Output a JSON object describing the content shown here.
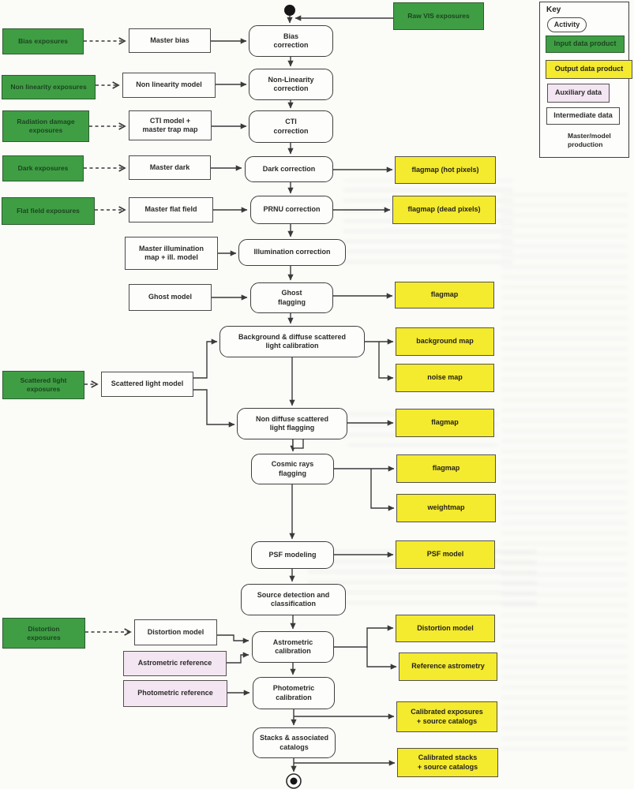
{
  "key": {
    "title": "Key",
    "activity": "Activity",
    "input": "Input data product",
    "output": "Output data product",
    "auxiliary": "Auxiliary data",
    "intermediate": "Intermediate data",
    "master_model": "Master/model\nproduction"
  },
  "colors": {
    "input_green": "#3f9e44",
    "output_yellow": "#f4ea2e",
    "auxiliary_pink": "#f3e6f2",
    "activity_white": "#fdfdfb",
    "line": "#3a3a3a"
  },
  "nodes": {
    "raw_vis": "Raw VIS exposures",
    "bias_exp": "Bias exposures",
    "nonlin_exp": "Non linearity exposures",
    "raddam_exp": "Radiation damage\nexposures",
    "dark_exp": "Dark exposures",
    "flat_exp": "Flat field exposures",
    "scat_exp": "Scattered light\nexposures",
    "dist_exp": "Distortion\nexposures",
    "master_bias": "Master bias",
    "nonlin_model": "Non linearity model",
    "cti_model": "CTI model +\nmaster trap map",
    "master_dark": "Master dark",
    "master_flat": "Master flat field",
    "master_illum": "Master illumination\nmap + ill. model",
    "ghost_model": "Ghost model",
    "scat_model": "Scattered light model",
    "dist_model": "Distortion model",
    "astrom_ref": "Astrometric reference",
    "photom_ref": "Photometric reference",
    "bias_corr": "Bias\ncorrection",
    "nonlin_corr": "Non-Linearity\ncorrection",
    "cti_corr": "CTI\ncorrection",
    "dark_corr": "Dark correction",
    "prnu_corr": "PRNU correction",
    "illum_corr": "Illumination correction",
    "ghost_flag": "Ghost\nflagging",
    "bg_cal": "Background & diffuse scattered\nlight calibration",
    "nondiff_flag": "Non diffuse scattered\nlight flagging",
    "cosmic_flag": "Cosmic rays\nflagging",
    "psf_modeling": "PSF modeling",
    "src_detect": "Source detection and\nclassification",
    "astrom_cal": "Astrometric\ncalibration",
    "photom_cal": "Photometric\ncalibration",
    "stacks": "Stacks & associated\ncatalogs",
    "flag_hot": "flagmap (hot pixels)",
    "flag_dead": "flagmap (dead pixels)",
    "flag_ghost": "flagmap",
    "bg_map": "background map",
    "noise_map": "noise map",
    "flag_nondiff": "flagmap",
    "flag_cosmic": "flagmap",
    "weightmap": "weightmap",
    "psf_model": "PSF model",
    "dist_model_out": "Distortion model",
    "ref_astrom": "Reference astrometry",
    "cal_exp": "Calibrated exposures\n+ source catalogs",
    "cal_stacks": "Calibrated stacks\n+ source catalogs"
  }
}
